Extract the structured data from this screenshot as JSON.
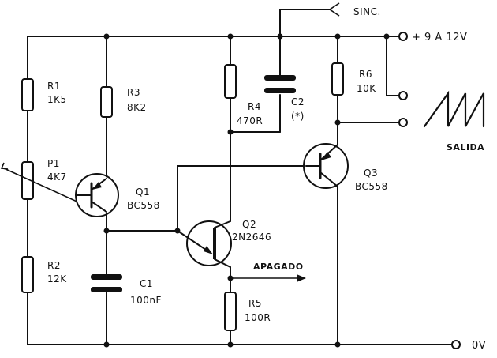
{
  "components": {
    "r1": {
      "name": "R1",
      "value": "1K5"
    },
    "r2": {
      "name": "R2",
      "value": "12K"
    },
    "r3": {
      "name": "R3",
      "value": "8K2"
    },
    "r4": {
      "name": "R4",
      "value": "470R"
    },
    "r5": {
      "name": "R5",
      "value": "100R"
    },
    "r6": {
      "name": "R6",
      "value": "10K"
    },
    "p1": {
      "name": "P1",
      "value": "4K7"
    },
    "c1": {
      "name": "C1",
      "value": "100nF"
    },
    "c2": {
      "name": "C2",
      "value": "(*)"
    },
    "q1": {
      "name": "Q1",
      "value": "BC558"
    },
    "q2": {
      "name": "Q2",
      "value": "2N2646"
    },
    "q3": {
      "name": "Q3",
      "value": "BC558"
    }
  },
  "labels": {
    "supply": "+ 9 A 12V",
    "ground": "0V",
    "sync": "SINC.",
    "output": "SALIDA",
    "shutdown": "APAGADO"
  },
  "colors": {
    "ink": "#111111",
    "paper": "#ffffff"
  }
}
